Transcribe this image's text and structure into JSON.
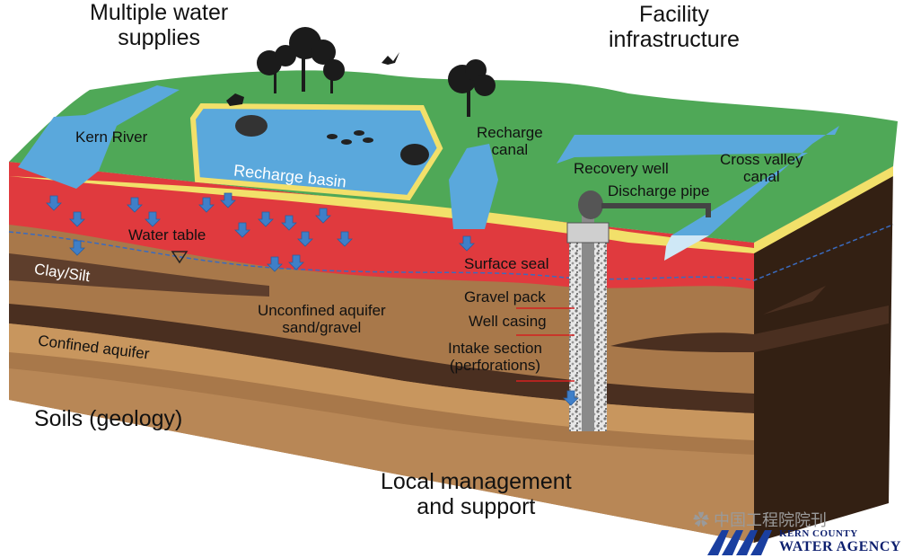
{
  "headings": {
    "water_supplies": [
      "Multiple water",
      "supplies"
    ],
    "infrastructure": [
      "Facility",
      "infrastructure"
    ],
    "soils": "Soils (geology)",
    "management": [
      "Local management",
      "and support"
    ]
  },
  "labels": {
    "kern_river": "Kern River",
    "recharge_basin": "Recharge basin",
    "water_table": "Water table",
    "clay_silt": "Clay/Silt",
    "unconfined_aquifer": [
      "Unconfined aquifer",
      "sand/gravel"
    ],
    "confined_aquifer": "Confined aquifer",
    "recharge_canal": [
      "Recharge",
      "canal"
    ],
    "recovery_well": "Recovery well",
    "discharge_pipe": "Discharge pipe",
    "cross_valley_canal": [
      "Cross valley",
      "canal"
    ],
    "surface_seal": "Surface seal",
    "gravel_pack": "Gravel pack",
    "well_casing": "Well casing",
    "intake_section": [
      "Intake section",
      "(perforations)"
    ]
  },
  "watermark": "中国工程院院刊",
  "logo": {
    "line1": "KERN COUNTY",
    "line2": "WATER AGENCY"
  },
  "colors": {
    "grass": "#4fa857",
    "water": "#5aa8dc",
    "red_zone": "#e03a3e",
    "aquifer_brown": "#a8784a",
    "clay_dark": "#5e3e2c",
    "sand_yellow": "#f2e06a",
    "arrow_blue": "#3f7fc8",
    "leader_red": "#d42020",
    "logo_blue": "#1a3fa0"
  }
}
